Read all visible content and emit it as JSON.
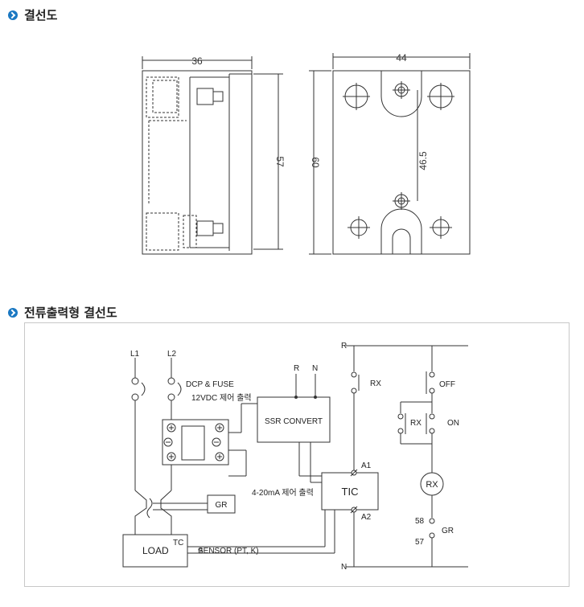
{
  "section1": {
    "title": "결선도"
  },
  "section2": {
    "title": "전류출력형 결선도"
  },
  "dimensions": {
    "side_width": "36",
    "side_height": "57",
    "front_width": "44",
    "front_height": "60",
    "hole_spacing": "46.5"
  },
  "wiring": {
    "l1": "L1",
    "l2": "L2",
    "dcp_fuse": "DCP & FUSE",
    "control_12v": "12VDC 제어 출력",
    "r_top": "R",
    "n_top": "N",
    "ssr_convert": "SSR CONVERT",
    "control_420": "4-20mA 제어 출력",
    "tic": "TIC",
    "a1": "A1",
    "a2": "A2",
    "gr_box": "GR",
    "load": "LOAD",
    "tc": "TC",
    "sensor": "SENSOR (PT, K)",
    "r_rail": "R",
    "n_rail": "N",
    "rx_contact": "RX",
    "off": "OFF",
    "rx_hold": "RX",
    "on": "ON",
    "rx_coil": "RX",
    "t58": "58",
    "t57": "57",
    "gr_contact": "GR"
  }
}
